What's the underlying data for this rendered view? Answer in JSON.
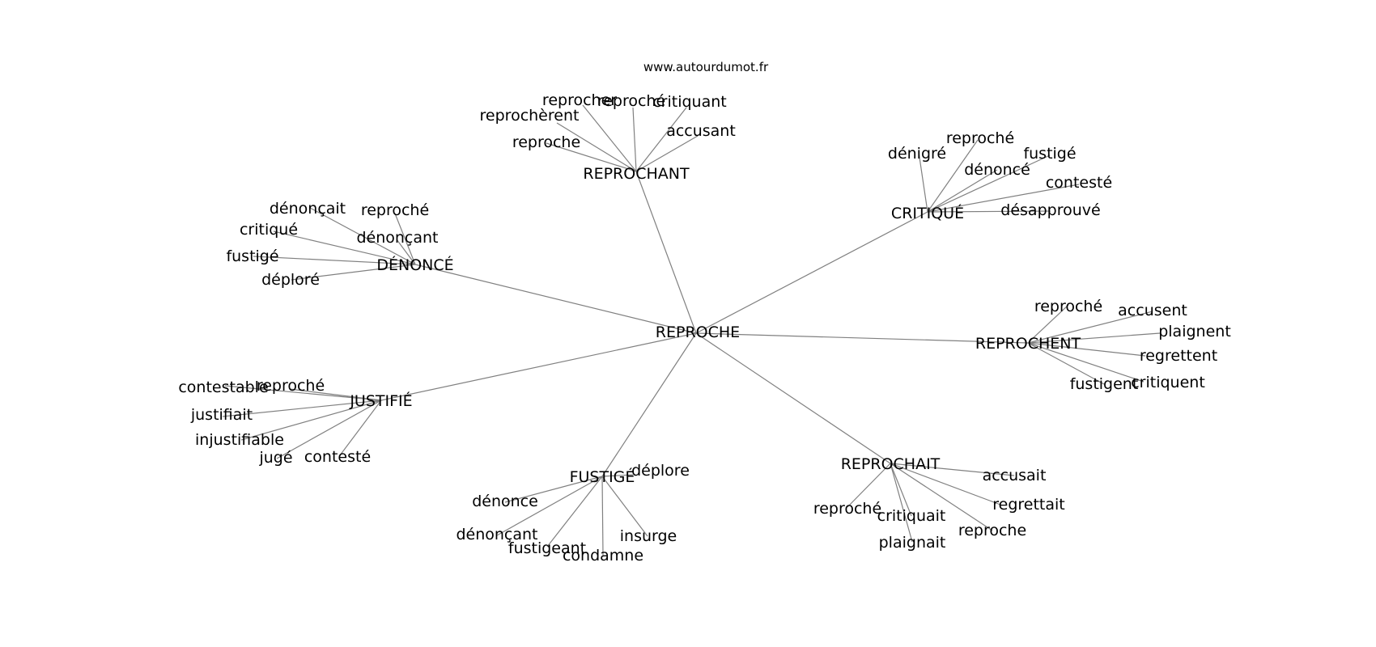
{
  "site": "www.autourdumot.fr",
  "center": "REPROCHE",
  "hubs": [
    {
      "label": "REPROCHANT",
      "leaves": [
        "reprocher",
        "reproché",
        "critiquant",
        "reprochèrent",
        "reproche",
        "accusant"
      ]
    },
    {
      "label": "CRITIQUÉ",
      "leaves": [
        "reproché",
        "dénigré",
        "fustigé",
        "dénoncé",
        "contesté",
        "désapprouvé"
      ]
    },
    {
      "label": "DÉNONCÉ",
      "leaves": [
        "dénonçait",
        "reproché",
        "critiqué",
        "dénonçant",
        "fustigé",
        "déploré"
      ]
    },
    {
      "label": "REPROCHENT",
      "leaves": [
        "reproché",
        "accusent",
        "plaignent",
        "regrettent",
        "fustigent",
        "critiquent"
      ]
    },
    {
      "label": "JUSTIFIÉ",
      "leaves": [
        "contestable",
        "reproché",
        "justifiait",
        "injustifiable",
        "jugé",
        "contesté"
      ]
    },
    {
      "label": "FUSTIGÉ",
      "leaves": [
        "déplore",
        "dénonce",
        "dénonçant",
        "fustigeant",
        "condamne",
        "insurge"
      ]
    },
    {
      "label": "REPROCHAIT",
      "leaves": [
        "accusait",
        "regrettait",
        "reproché",
        "critiquait",
        "reproche",
        "plaignait"
      ]
    }
  ]
}
